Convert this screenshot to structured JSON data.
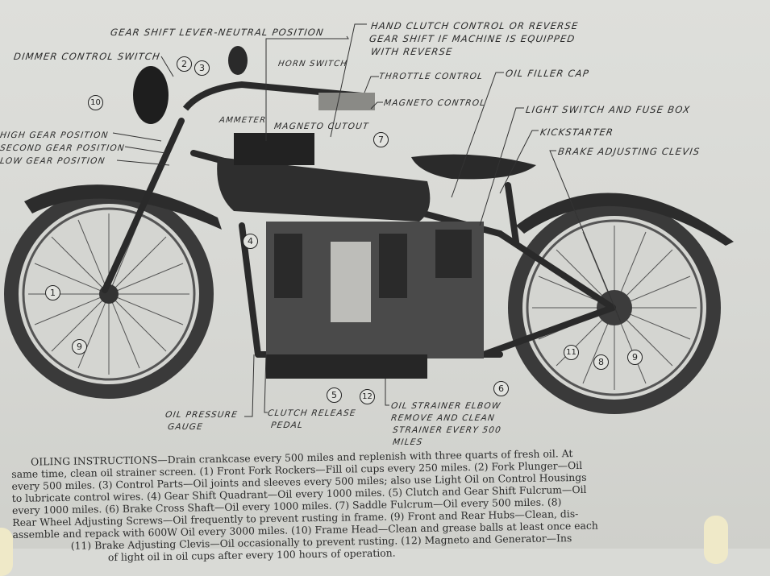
{
  "labels": {
    "gear_shift_lever": "Gear Shift Lever-Neutral Position",
    "dimmer_control_switch": "Dimmer Control Switch",
    "horn_switch": "Horn Switch",
    "hand_clutch_1": "Hand Clutch Control or Reverse",
    "hand_clutch_2": "Gear Shift if Machine is Equipped",
    "hand_clutch_3": "with Reverse",
    "throttle_control": "Throttle Control",
    "oil_filler_cap": "Oil Filler Cap",
    "magneto_control": "Magneto Control",
    "light_switch": "Light Switch and Fuse Box",
    "ammeter": "Ammeter",
    "magneto_cutout": "Magneto Cutout",
    "kickstarter": "Kickstarter",
    "brake_adjusting_clevis": "Brake Adjusting Clevis",
    "high_gear": "High Gear Position",
    "second_gear": "Second Gear Position",
    "low_gear": "Low Gear Position",
    "oil_pressure_1": "Oil Pressure",
    "oil_pressure_2": "Gauge",
    "clutch_release_1": "Clutch Release",
    "clutch_release_2": "Pedal",
    "oil_strainer_1": "Oil Strainer Elbow",
    "oil_strainer_2": "Remove and Clean",
    "oil_strainer_3": "Strainer Every 500",
    "oil_strainer_4": "Miles"
  },
  "callouts": [
    "1",
    "2",
    "3",
    "4",
    "5",
    "6",
    "7",
    "8",
    "9",
    "9",
    "10",
    "11",
    "12"
  ],
  "instructions": [
    "OILING INSTRUCTIONS—Drain crankcase every 500 miles and replenish with three quarts of fresh oil. At",
    "same time, clean oil strainer screen. (1) Front Fork Rockers—Fill oil cups every 250 miles. (2) Fork Plunger—Oil",
    "every 500 miles. (3) Control Parts—Oil joints and sleeves every 500 miles; also use Light Oil on Control Housings",
    "to lubricate control wires. (4) Gear Shift Quadrant—Oil every 1000 miles. (5) Clutch and Gear Shift Fulcrum—Oil",
    "every 1000 miles. (6) Brake Cross Shaft—Oil every 1000 miles. (7) Saddle Fulcrum—Oil every 500 miles. (8)",
    "Rear Wheel Adjusting Screws—Oil frequently to prevent rusting in frame. (9) Front and Rear Hubs—Clean, dis-",
    "assemble and repack with 600W Oil every 3000 miles. (10) Frame Head—Clean and grease balls at least once each",
    "(11) Brake Adjusting Clevis—Oil occasionally to prevent rusting. (12) Magneto and Generator—Ins",
    "of light oil in oil cups after every 100 hours of operation."
  ]
}
